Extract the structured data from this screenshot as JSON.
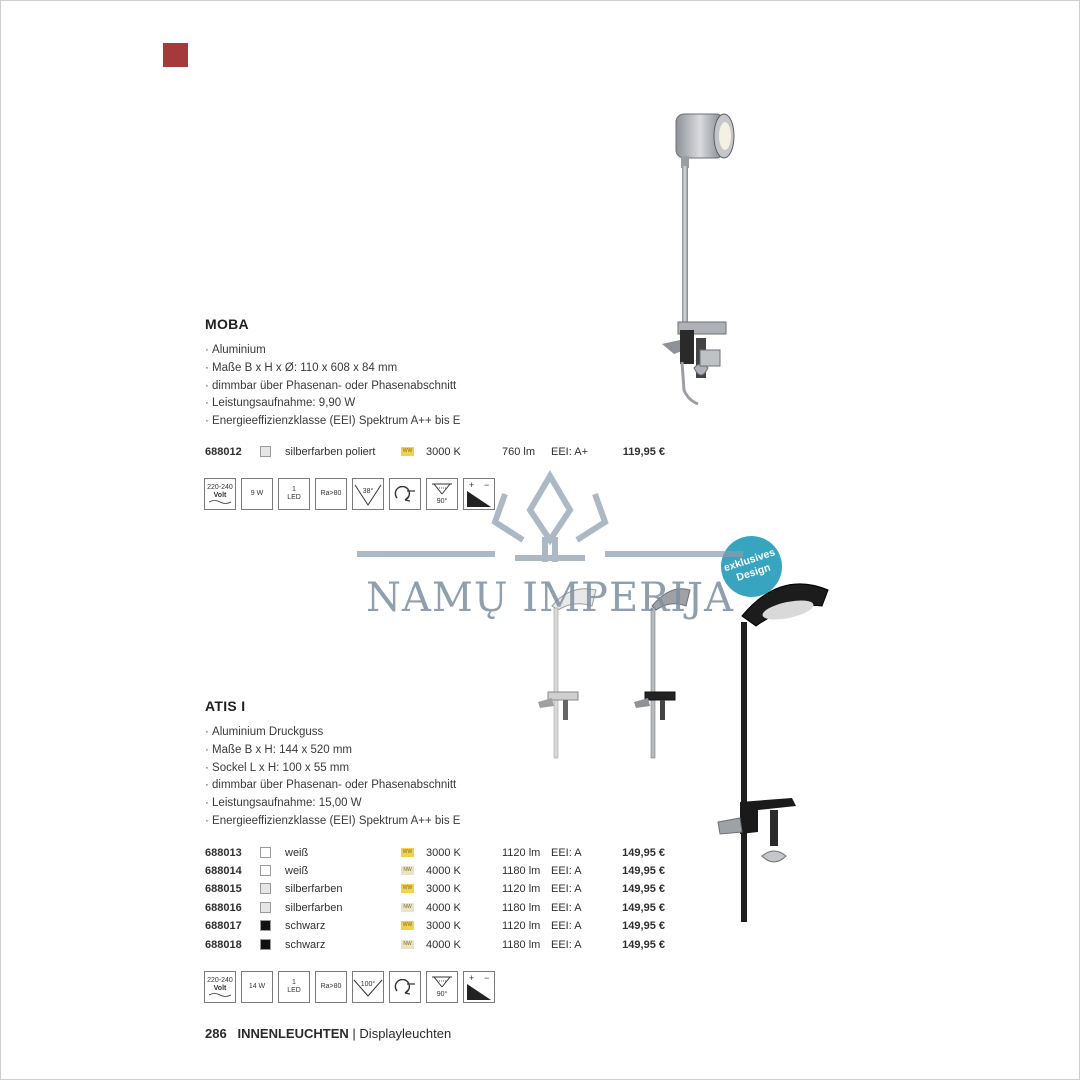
{
  "moba": {
    "title": "MOBA",
    "features": [
      "Aluminium",
      "Maße B x H x Ø: 110 x 608 x 84 mm",
      "dimmbar über Phasenan- oder Phasenabschnitt",
      "Leistungsaufnahme: 9,90 W",
      "Energieeffizienzklasse (EEI) Spektrum A++ bis E"
    ],
    "variants": [
      {
        "num": "688012",
        "swatch": "#e6e6e6",
        "color": "silberfarben poliert",
        "light": "WW",
        "kelvin": "3000 K",
        "lumen": "760 lm",
        "eei": "EEI: A+",
        "price": "119,95 €"
      }
    ],
    "icons": {
      "volt_range": "220-240",
      "volt": "Volt",
      "watt": "9 W",
      "led_count": "1",
      "led": "LED",
      "ra": "Ra>80",
      "beam": "38°",
      "tilt": "90°"
    }
  },
  "atis": {
    "title": "ATIS I",
    "features": [
      "Aluminium Druckguss",
      "Maße B x H: 144 x 520 mm",
      "Sockel L x H: 100 x 55 mm",
      "dimmbar über Phasenan- oder Phasenabschnitt",
      "Leistungsaufnahme: 15,00 W",
      "Energieeffizienzklasse (EEI) Spektrum A++ bis E"
    ],
    "variants": [
      {
        "num": "688013",
        "swatch": "#ffffff",
        "color": "weiß",
        "light": "WW",
        "kelvin": "3000 K",
        "lumen": "1120 lm",
        "eei": "EEI: A",
        "price": "149,95 €"
      },
      {
        "num": "688014",
        "swatch": "#ffffff",
        "color": "weiß",
        "light": "NW",
        "kelvin": "4000 K",
        "lumen": "1180 lm",
        "eei": "EEI: A",
        "price": "149,95 €"
      },
      {
        "num": "688015",
        "swatch": "#e6e6e6",
        "color": "silberfarben",
        "light": "WW",
        "kelvin": "3000 K",
        "lumen": "1120 lm",
        "eei": "EEI: A",
        "price": "149,95 €"
      },
      {
        "num": "688016",
        "swatch": "#e6e6e6",
        "color": "silberfarben",
        "light": "NW",
        "kelvin": "4000 K",
        "lumen": "1180 lm",
        "eei": "EEI: A",
        "price": "149,95 €"
      },
      {
        "num": "688017",
        "swatch": "#111111",
        "color": "schwarz",
        "light": "WW",
        "kelvin": "3000 K",
        "lumen": "1120 lm",
        "eei": "EEI: A",
        "price": "149,95 €"
      },
      {
        "num": "688018",
        "swatch": "#111111",
        "color": "schwarz",
        "light": "NW",
        "kelvin": "4000 K",
        "lumen": "1180 lm",
        "eei": "EEI: A",
        "price": "149,95 €"
      }
    ],
    "icons": {
      "volt_range": "220-240",
      "volt": "Volt",
      "watt": "14 W",
      "led_count": "1",
      "led": "LED",
      "ra": "Ra>80",
      "beam": "100°",
      "tilt": "90°"
    }
  },
  "badge_line1": "exklusives",
  "badge_line2": "Design",
  "watermark": "NAMŲ IMPERIJA",
  "footer": {
    "page": "286",
    "section": "INNENLEUCHTEN",
    "separator": "|",
    "subsection": "Displayleuchten"
  },
  "colors": {
    "accent_square": "#a63a3a",
    "badge": "#37a5bf",
    "watermark": "#7c8fa0",
    "warm_white": "#f2d24a",
    "neutral_white": "#e9e3c8"
  }
}
